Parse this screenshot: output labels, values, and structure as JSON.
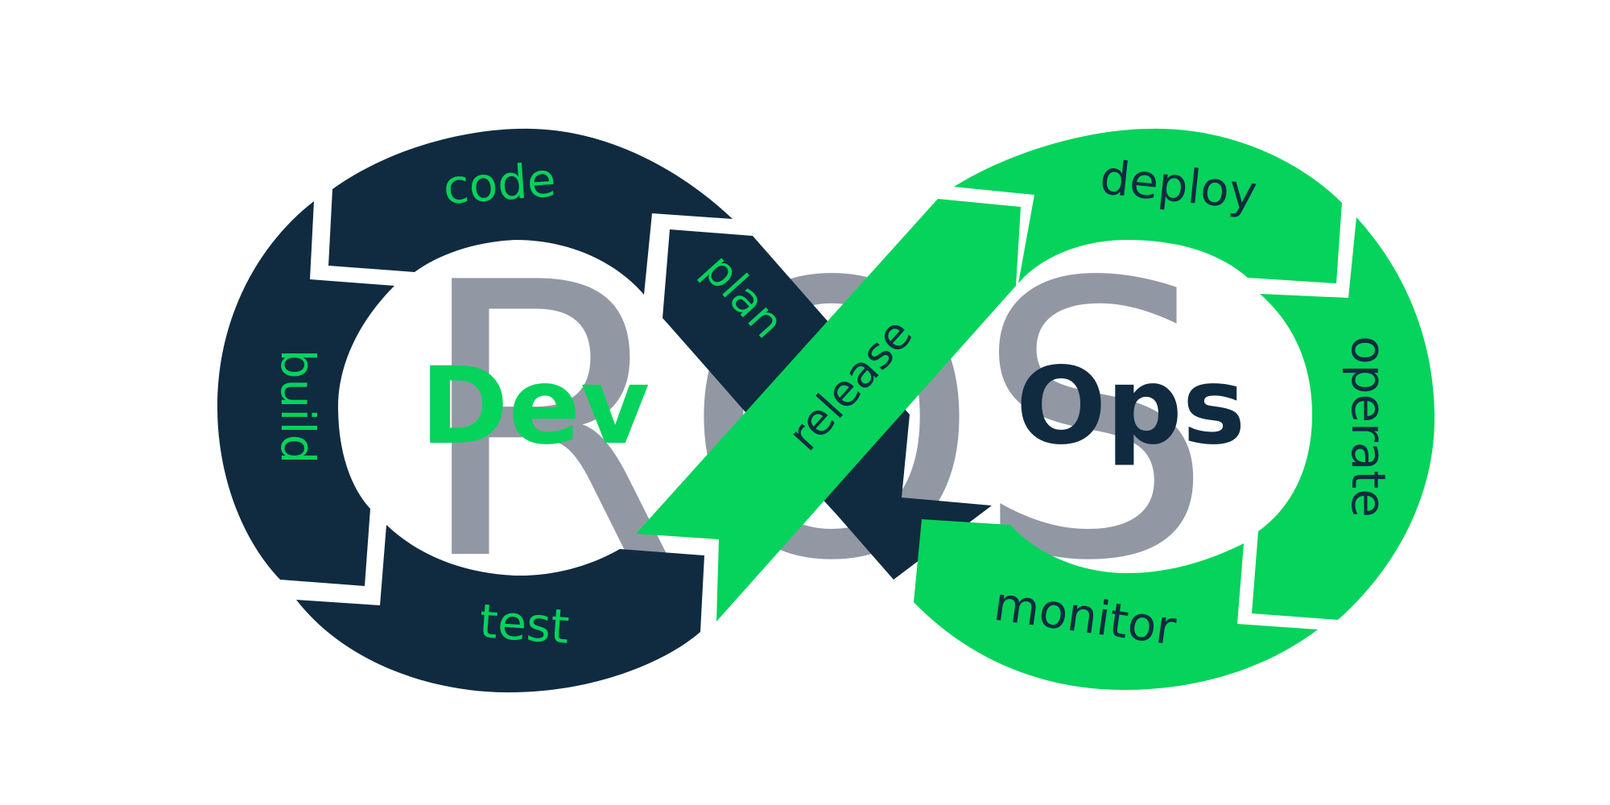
{
  "background_letters": [
    "R",
    "O",
    "S"
  ],
  "center": {
    "dev": "Dev",
    "ops": "Ops"
  },
  "stages": {
    "code": "code",
    "build": "build",
    "test": "test",
    "plan": "plan",
    "release": "release",
    "deploy": "deploy",
    "operate": "operate",
    "monitor": "monitor"
  },
  "colors": {
    "dev_navy": "#102b40",
    "ops_green": "#05d35b",
    "letter_gray": "#9198a4",
    "background": "#ffffff"
  }
}
